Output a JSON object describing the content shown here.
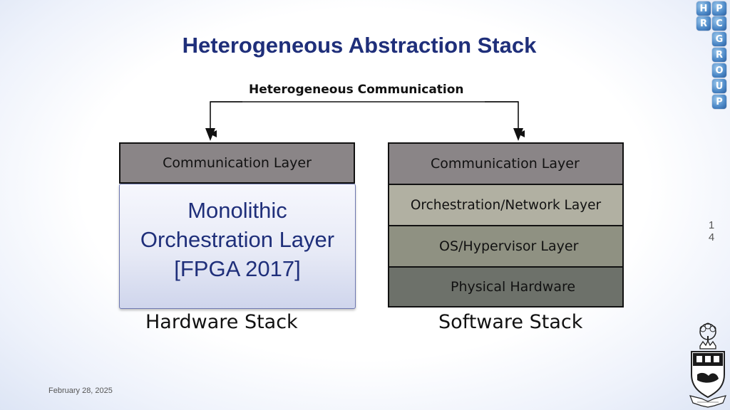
{
  "slide": {
    "title": "Heterogeneous Abstraction Stack",
    "date": "February 28, 2025",
    "page_number_line1": "1",
    "page_number_line2": "4"
  },
  "diagram": {
    "top_label": "Heterogeneous Communication",
    "hardware_stack": {
      "label": "Hardware Stack",
      "communication_layer": "Communication Layer",
      "monolithic_lines": [
        "Monolithic",
        "Orchestration Layer",
        "[FPGA 2017]"
      ]
    },
    "software_stack": {
      "label": "Software Stack",
      "layers": [
        "Communication Layer",
        "Orchestration/Network Layer",
        "OS/Hypervisor Layer",
        "Physical Hardware"
      ]
    }
  },
  "logo": {
    "letters": [
      "H",
      "P",
      "R",
      "C",
      "G",
      "R",
      "O",
      "U",
      "P"
    ]
  },
  "colors": {
    "title": "#1f2f7a",
    "communication_layer": "#8a8587",
    "orchestration_layer": "#b1b0a2",
    "os_layer": "#8f9182",
    "hardware_layer": "#6d716a",
    "logo_blue": "#4b87c6"
  }
}
